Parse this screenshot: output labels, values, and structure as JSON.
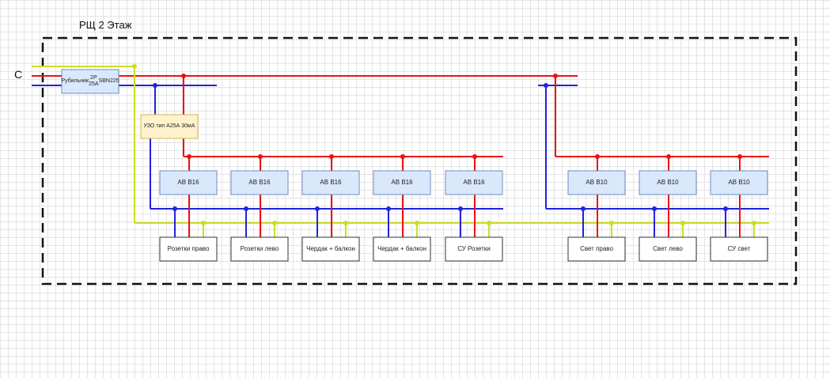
{
  "title": "РЩ 2 Этаж",
  "input_label": "С",
  "switch": {
    "lines": [
      "Рубильник",
      "2Р 25А",
      "SBN225"
    ]
  },
  "rcd": {
    "lines": [
      "УЗО тип А",
      "25А 30мА"
    ]
  },
  "breakers_b16": [
    "АВ В16",
    "АВ В16",
    "АВ В16",
    "АВ В16",
    "АВ В16"
  ],
  "breakers_b10": [
    "АВ В10",
    "АВ В10",
    "АВ В10"
  ],
  "loads_b16": [
    "Розетки право",
    "Розетки лево",
    "Чердак + балкон",
    "Чердак + балкон",
    "СУ Розетки"
  ],
  "loads_b10": [
    "Свет право",
    "Свет лево",
    "СУ свет"
  ],
  "colors": {
    "phase": "#ee1111",
    "neutral": "#2222dd",
    "ground": "#ccdd22",
    "device_fill": "#dae8fc",
    "device_stroke": "#6c8ebf",
    "rcd_fill": "#fff2cc",
    "rcd_stroke": "#d6b656",
    "boundary": "#111111"
  }
}
